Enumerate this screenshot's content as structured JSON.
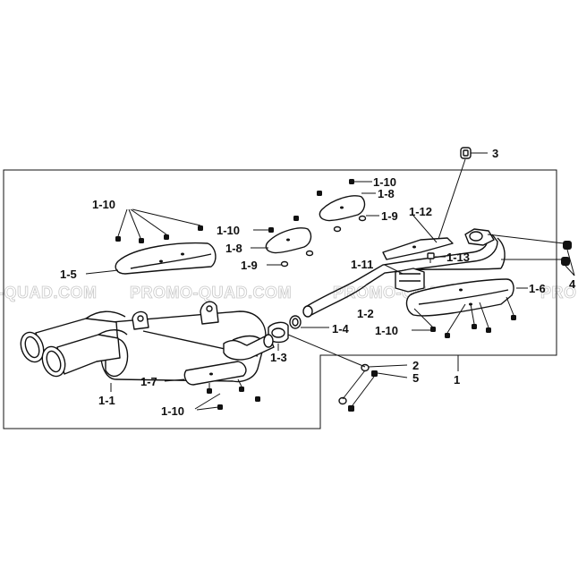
{
  "watermarks": [
    "-QUAD.COM",
    "PROMO-QUAD.COM",
    "PROMO-QUAD.COM",
    "PRO"
  ],
  "labels": {
    "l3": "3",
    "l1_10_a": "1-10",
    "l1_8_a": "1-8",
    "l1_9_a": "1-9",
    "l1_12": "1-12",
    "l1_10_b": "1-10",
    "l1_10_c": "1-10",
    "l1_8_b": "1-8",
    "l1_9_b": "1-9",
    "l1_5": "1-5",
    "l1_11": "1-11",
    "l1_13": "1-13",
    "l4": "4",
    "l1_6": "1-6",
    "l1_2": "1-2",
    "l1_4": "1-4",
    "l1_10_d": "1-10",
    "l1_3": "1-3",
    "l2": "2",
    "l5": "5",
    "l1": "1",
    "l1_7": "1-7",
    "l1_1": "1-1",
    "l1_10_e": "1-10"
  }
}
